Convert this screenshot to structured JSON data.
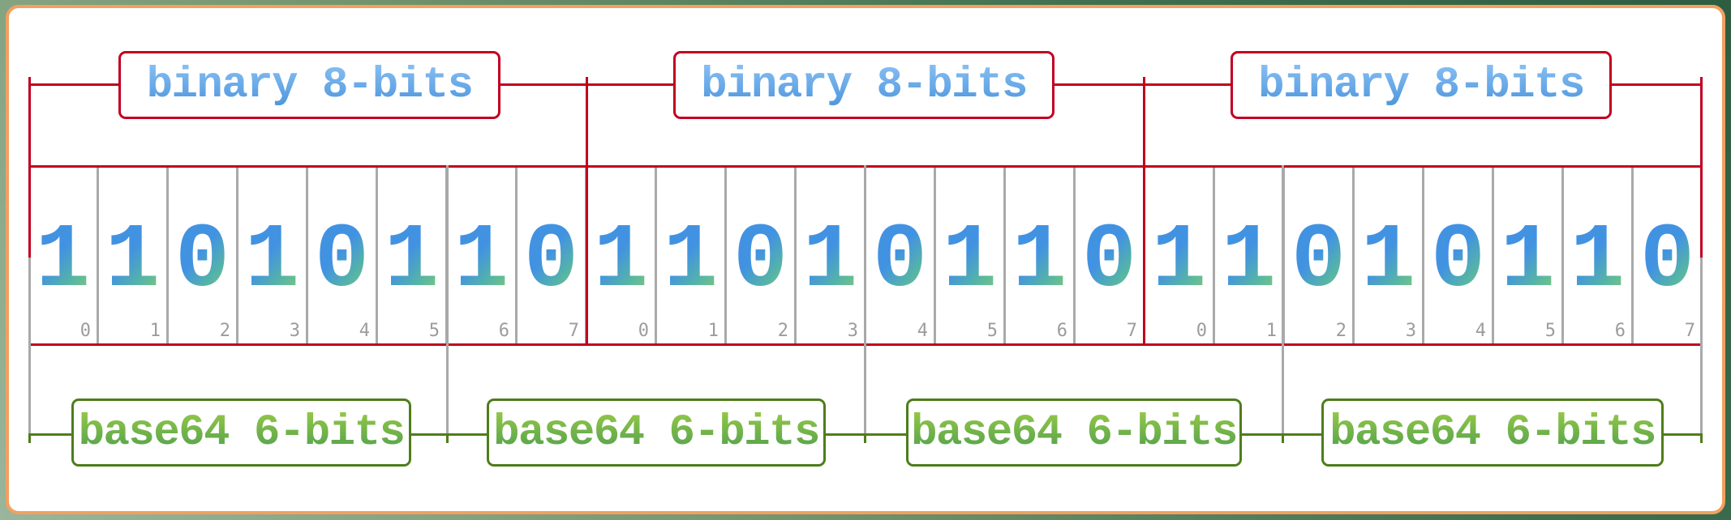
{
  "diagram": {
    "description_labels": {
      "binary_boxes": [
        {
          "label": "binary 8-bits"
        },
        {
          "label": "binary 8-bits"
        },
        {
          "label": "binary 8-bits"
        }
      ],
      "base64_boxes": [
        {
          "label": "base64 6-bits"
        },
        {
          "label": "base64 6-bits"
        },
        {
          "label": "base64 6-bits"
        },
        {
          "label": "base64 6-bits"
        }
      ]
    },
    "bit_cells": [
      {
        "bit": "1",
        "index": "0"
      },
      {
        "bit": "1",
        "index": "1"
      },
      {
        "bit": "0",
        "index": "2"
      },
      {
        "bit": "1",
        "index": "3"
      },
      {
        "bit": "0",
        "index": "4"
      },
      {
        "bit": "1",
        "index": "5"
      },
      {
        "bit": "1",
        "index": "6"
      },
      {
        "bit": "0",
        "index": "7"
      },
      {
        "bit": "1",
        "index": "0"
      },
      {
        "bit": "1",
        "index": "1"
      },
      {
        "bit": "0",
        "index": "2"
      },
      {
        "bit": "1",
        "index": "3"
      },
      {
        "bit": "0",
        "index": "4"
      },
      {
        "bit": "1",
        "index": "5"
      },
      {
        "bit": "1",
        "index": "6"
      },
      {
        "bit": "0",
        "index": "7"
      },
      {
        "bit": "1",
        "index": "0"
      },
      {
        "bit": "1",
        "index": "1"
      },
      {
        "bit": "0",
        "index": "2"
      },
      {
        "bit": "1",
        "index": "3"
      },
      {
        "bit": "0",
        "index": "4"
      },
      {
        "bit": "1",
        "index": "5"
      },
      {
        "bit": "1",
        "index": "6"
      },
      {
        "bit": "0",
        "index": "7"
      }
    ],
    "colors": {
      "binary_bracket_red": "#c10021",
      "binary_label_blue_light": "#85bdf2",
      "binary_label_blue_dark": "#4f97dd",
      "bit_gradient_blue": "#4292e2",
      "bit_gradient_green": "#82cb74",
      "base64_bracket_green": "#4e7d1a",
      "base64_label_green_light": "#8fc548",
      "base64_label_green_dark": "#4f9e4e",
      "cell_separator_gray": "#a9a9a9",
      "index_gray": "#9c9c9c",
      "frame_inner_orange": "#f2a05f",
      "frame_outer_green": "#3f7150"
    }
  }
}
